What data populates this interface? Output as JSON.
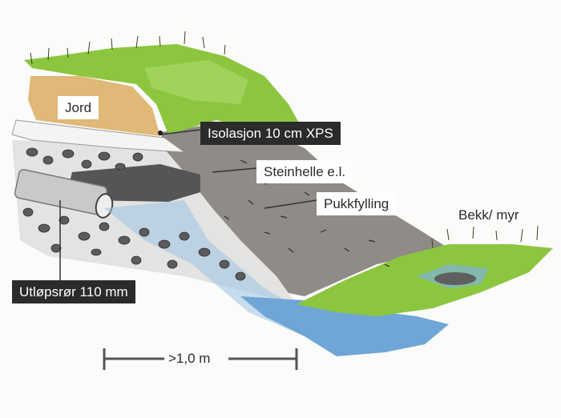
{
  "labels": {
    "jord": "Jord",
    "isolasjon": "Isolasjon 10 cm XPS",
    "steinhelle": "Steinhelle e.l.",
    "pukkfylling": "Pukkfylling",
    "bekk": "Bekk/ myr",
    "utlopsror": "Utløpsrør 110 mm",
    "measure": ">1,0 m"
  },
  "colors": {
    "grass": "#8cc63f",
    "soil": "#e0b877",
    "fill": "#7a7570",
    "stone": "#6e6e70",
    "water": "#7fb2dc",
    "dark_label": "#2b2b2b"
  }
}
